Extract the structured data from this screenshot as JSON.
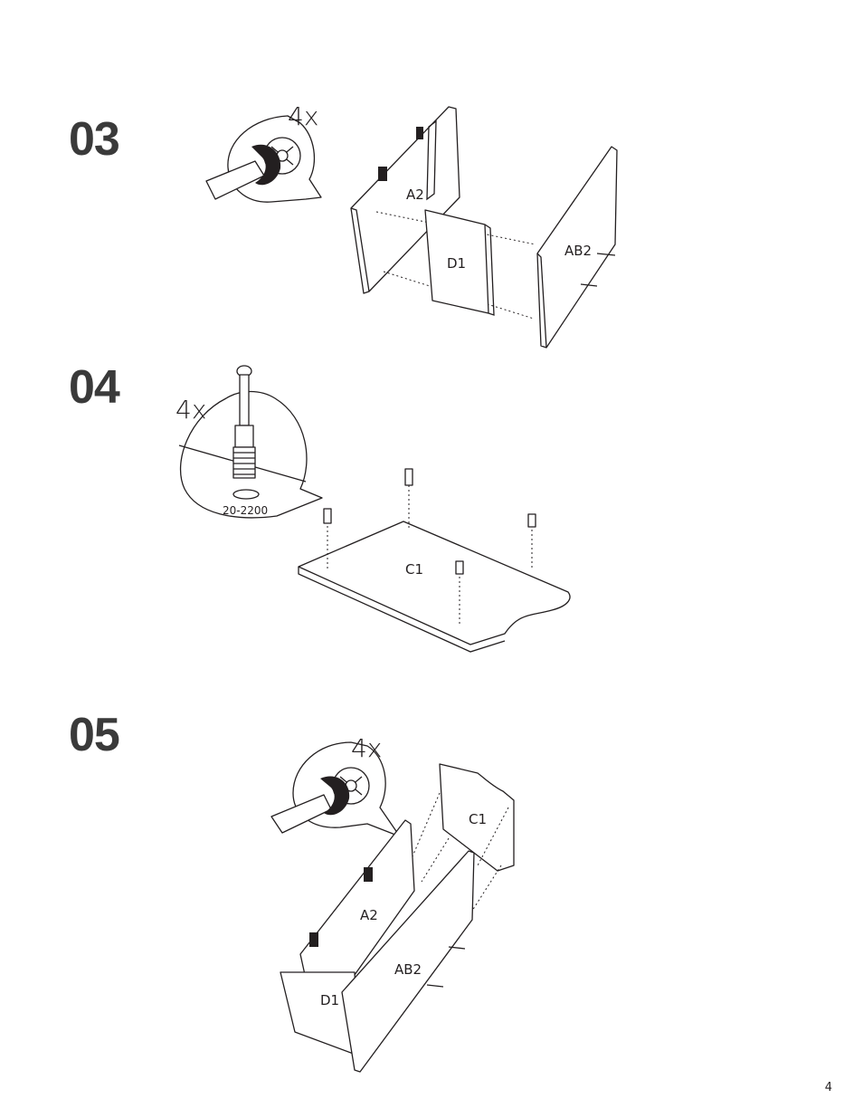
{
  "steps": [
    {
      "number": "03",
      "quantity": "4x",
      "parts": {
        "left": "A2",
        "middle": "D1",
        "right": "AB2"
      }
    },
    {
      "number": "04",
      "quantity": "4x",
      "part_code": "20-2200",
      "parts": {
        "board": "C1"
      }
    },
    {
      "number": "05",
      "quantity": "4x",
      "parts": {
        "top": "C1",
        "left": "A2",
        "right": "AB2",
        "back": "D1"
      }
    }
  ],
  "page_number": "4",
  "icons": [
    "screwdriver-icon",
    "cam-lock-icon",
    "dowel-icon"
  ],
  "colors": {
    "ink": "#231f20",
    "step_number": "#3a3a3a",
    "background": "#ffffff"
  }
}
